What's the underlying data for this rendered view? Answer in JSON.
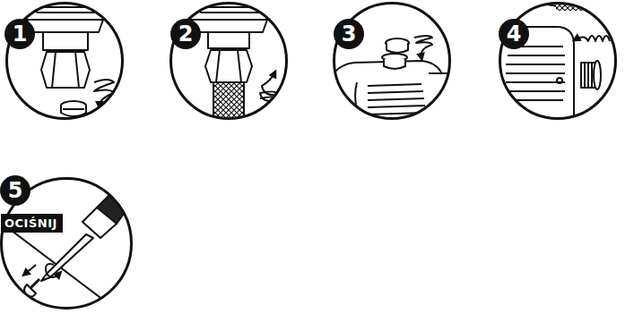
{
  "diagram": {
    "nodes": [
      {
        "text": [
          "1"
        ]
      },
      {
        "text": [
          "2"
        ]
      },
      {
        "text": [
          "3"
        ]
      },
      {
        "text": [
          "4"
        ]
      },
      {
        "text": [
          "5",
          "OCIŚNIJ"
        ]
      }
    ]
  }
}
